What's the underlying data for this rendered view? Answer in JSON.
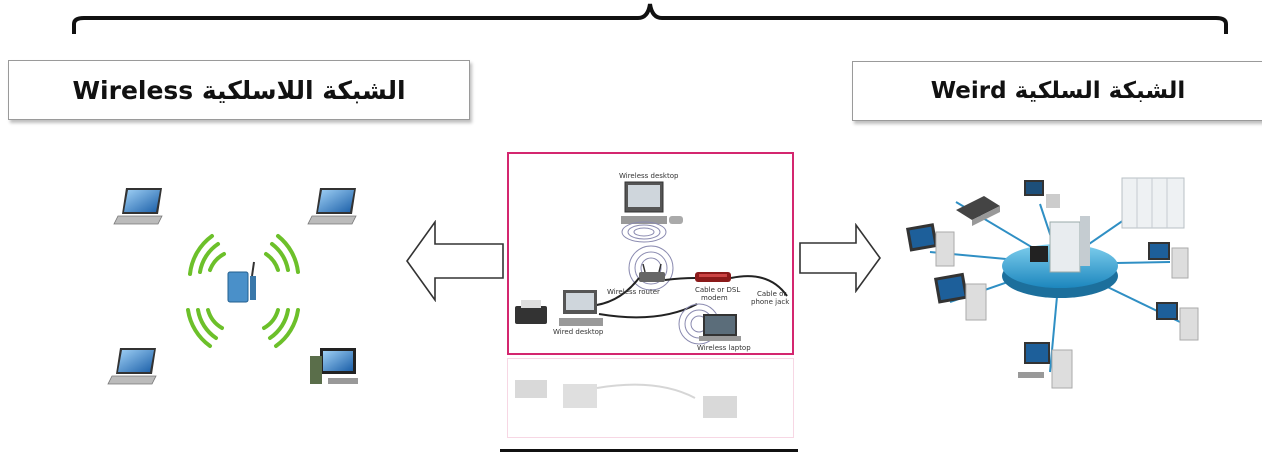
{
  "labels": {
    "wireless": "الشبكة اللاسلكية Wireless",
    "wired": "الشبكة السلكية  Weird"
  },
  "center_diagram": {
    "wireless_desktop": "Wireless desktop",
    "wireless_router": "Wireless router",
    "cable_modem_line1": "Cable or DSL",
    "cable_modem_line2": "modem",
    "phone_jack_line1": "Cable or",
    "phone_jack_line2": "phone jack",
    "wired_desktop": "Wired desktop",
    "wireless_laptop": "Wireless laptop"
  },
  "colors": {
    "frame": "#d4266f",
    "wifi": "#6cc02a",
    "hub": "#35a6d8"
  },
  "icons": {
    "left_arrow": "hollow-left-arrow",
    "right_arrow": "hollow-right-arrow",
    "router": "wifi-router-icon",
    "server": "server-icon"
  }
}
